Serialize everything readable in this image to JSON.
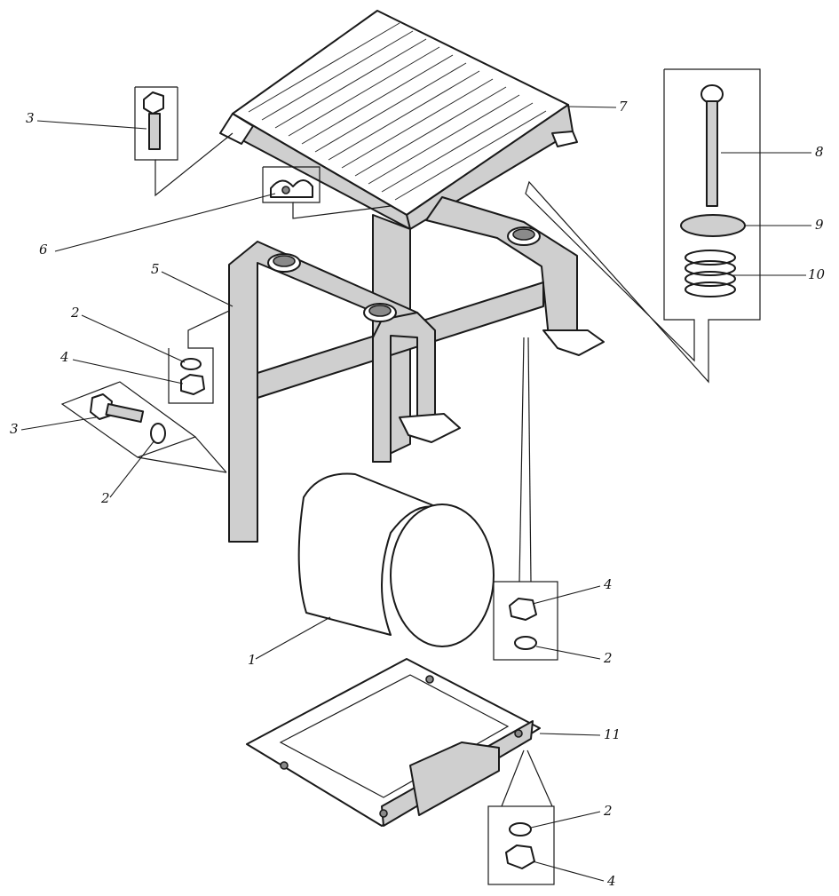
{
  "diagram": {
    "callouts": {
      "bolt_top_left": "3",
      "clamp": "6",
      "bracket_left": "5",
      "washer_left": "2",
      "nut_left": "4",
      "bolt_lower_left": "3",
      "washer_lower_left": "2",
      "cover": "7",
      "long_bolt": "8",
      "spring_cup": "9",
      "spring": "10",
      "battery": "1",
      "nut_mid_right": "4",
      "washer_mid_right": "2",
      "tray": "11",
      "washer_bottom_right": "2",
      "nut_bottom_right": "4"
    }
  }
}
